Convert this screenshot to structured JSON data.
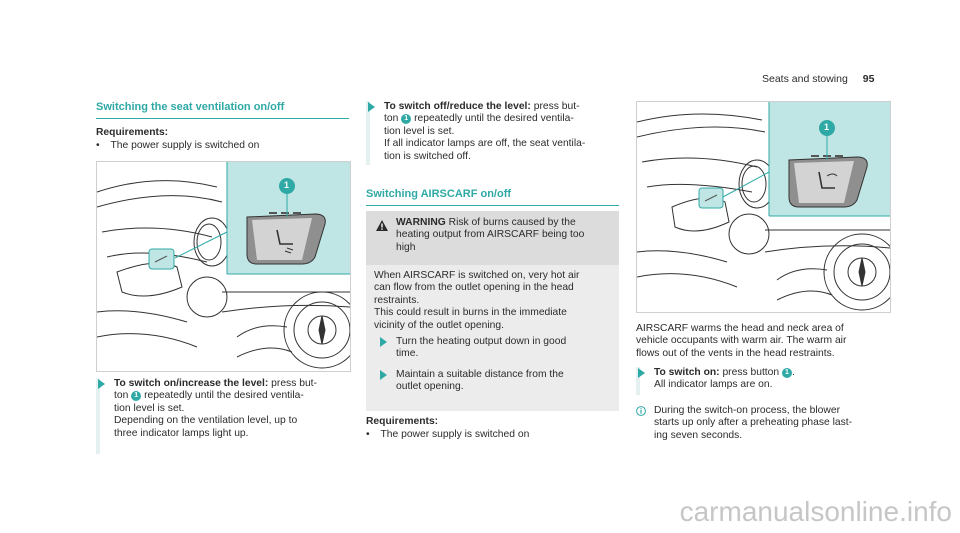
{
  "header": {
    "section": "Seats and stowing",
    "page": "95"
  },
  "col1": {
    "heading": "Switching the seat ventilation on/off",
    "req_label": "Requirements:",
    "req_item": "The power supply is switched on",
    "callout": "1",
    "step_bold": "To switch on/increase the level:",
    "step_lines": [
      "ton",
      "repeatedly until the desired ventila-",
      "tion level is set.",
      "Depending on the ventilation level, up to",
      "three indicator lamps light up."
    ],
    "step_tail": " press but-"
  },
  "col2": {
    "step_bold": "To switch off/reduce the level:",
    "step_tail": " press but-",
    "step_lines": [
      "ton",
      "repeatedly until the desired ventila-",
      "tion level is set.",
      "If all indicator lamps are off, the seat ventila-",
      "tion is switched off."
    ],
    "heading": "Switching AIRSCARF on/off",
    "warn_title": "WARNING",
    "warn_head_lines": [
      "Risk of burns caused by the",
      "heating output from AIRSCARF being too",
      "high"
    ],
    "warn_body": [
      "When AIRSCARF is switched on, very hot air",
      "can flow from the outlet opening in the head",
      "restraints.",
      "This could result in burns in the immediate",
      "vicinity of the outlet opening."
    ],
    "warn_step1": [
      "Turn the heating output down in good",
      "time."
    ],
    "warn_step2": [
      "Maintain a suitable distance from the",
      "outlet opening."
    ],
    "req_label": "Requirements:",
    "req_item": "The power supply is switched on",
    "callout": "1"
  },
  "col3": {
    "callout": "1",
    "para": [
      "AIRSCARF warms the head and neck area of",
      "vehicle occupants with warm air. The warm air",
      "flows out of the vents in the head restraints."
    ],
    "step_bold": "To switch on:",
    "step_tail": " press button",
    "step_line2": "All indicator lamps are on.",
    "note": [
      "During the switch-on process, the blower",
      "starts up only after a preheating phase last-",
      "ing seven seconds."
    ]
  },
  "watermark": "carmanualsonline.info",
  "colors": {
    "accent": "#2fa9a5",
    "panel": "#bfe6e4",
    "warn_bg": "#ececec"
  }
}
